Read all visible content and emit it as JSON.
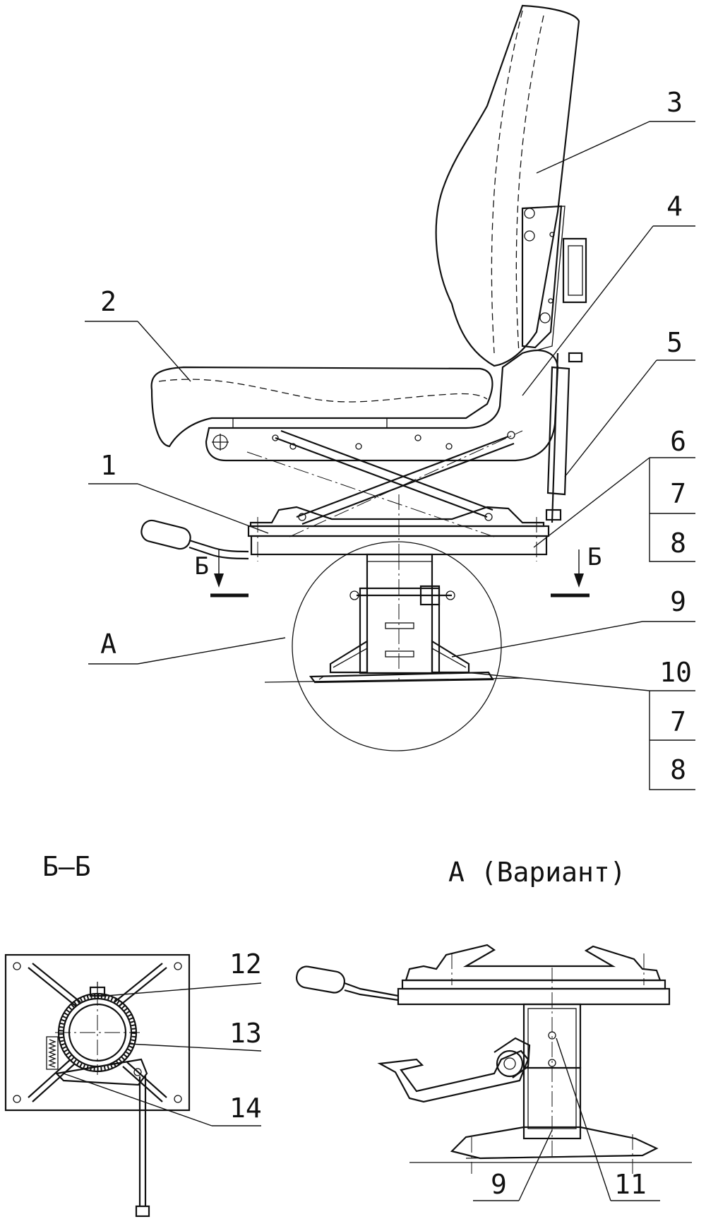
{
  "callouts": {
    "c1": "1",
    "c2": "2",
    "c3": "3",
    "c4": "4",
    "c5": "5",
    "c6": "6",
    "c7a": "7",
    "c8a": "8",
    "c9": "9",
    "c10": "10",
    "c7b": "7",
    "c8b": "8",
    "c9b": "9",
    "c11": "11",
    "c12": "12",
    "c13": "13",
    "c14": "14"
  },
  "markers": {
    "detail_a": "А",
    "section_left": "Б",
    "section_right": "Б"
  },
  "views": {
    "section_title": "Б–Б",
    "detail_title": "А (Вариант)"
  }
}
